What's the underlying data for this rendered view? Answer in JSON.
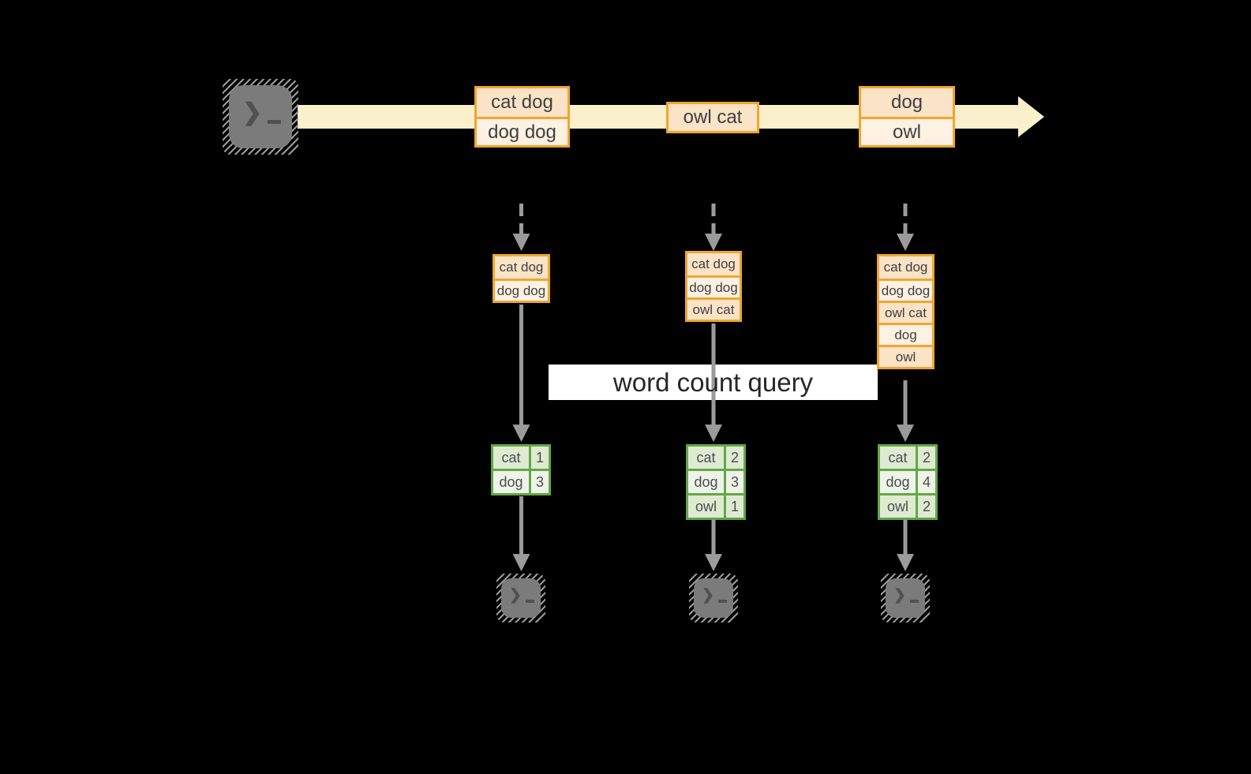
{
  "title_label": "word count query",
  "stream": {
    "source_icon": "terminal",
    "records": [
      {
        "cells": [
          "cat dog",
          "dog dog"
        ]
      },
      {
        "cells": [
          "owl cat"
        ]
      },
      {
        "cells": [
          "dog",
          "owl"
        ]
      }
    ]
  },
  "pipelines": [
    {
      "input_window": [
        "cat dog",
        "dog dog"
      ],
      "word_counts": [
        {
          "word": "cat",
          "count": "1"
        },
        {
          "word": "dog",
          "count": "3"
        }
      ],
      "sink_icon": "terminal"
    },
    {
      "input_window": [
        "cat dog",
        "dog dog",
        "owl cat"
      ],
      "word_counts": [
        {
          "word": "cat",
          "count": "2"
        },
        {
          "word": "dog",
          "count": "3"
        },
        {
          "word": "owl",
          "count": "1"
        }
      ],
      "sink_icon": "terminal"
    },
    {
      "input_window": [
        "cat dog",
        "dog dog",
        "owl cat",
        "dog",
        "owl"
      ],
      "word_counts": [
        {
          "word": "cat",
          "count": "2"
        },
        {
          "word": "dog",
          "count": "4"
        },
        {
          "word": "owl",
          "count": "2"
        }
      ],
      "sink_icon": "terminal"
    }
  ],
  "colors": {
    "background": "#000000",
    "accent_orange": "#F0A62E",
    "cell_peach": "#FAE3C7",
    "cell_cream": "#FCF1E2",
    "stream_band": "#FAF0CC",
    "green_border": "#63A744",
    "green_cell_dark": "#DFEAD3",
    "green_cell_light": "#EEF3EA",
    "arrow_gray": "#9B9B9B",
    "terminal_gray": "#7B7B7B",
    "label_background": "#FFFFFF"
  }
}
